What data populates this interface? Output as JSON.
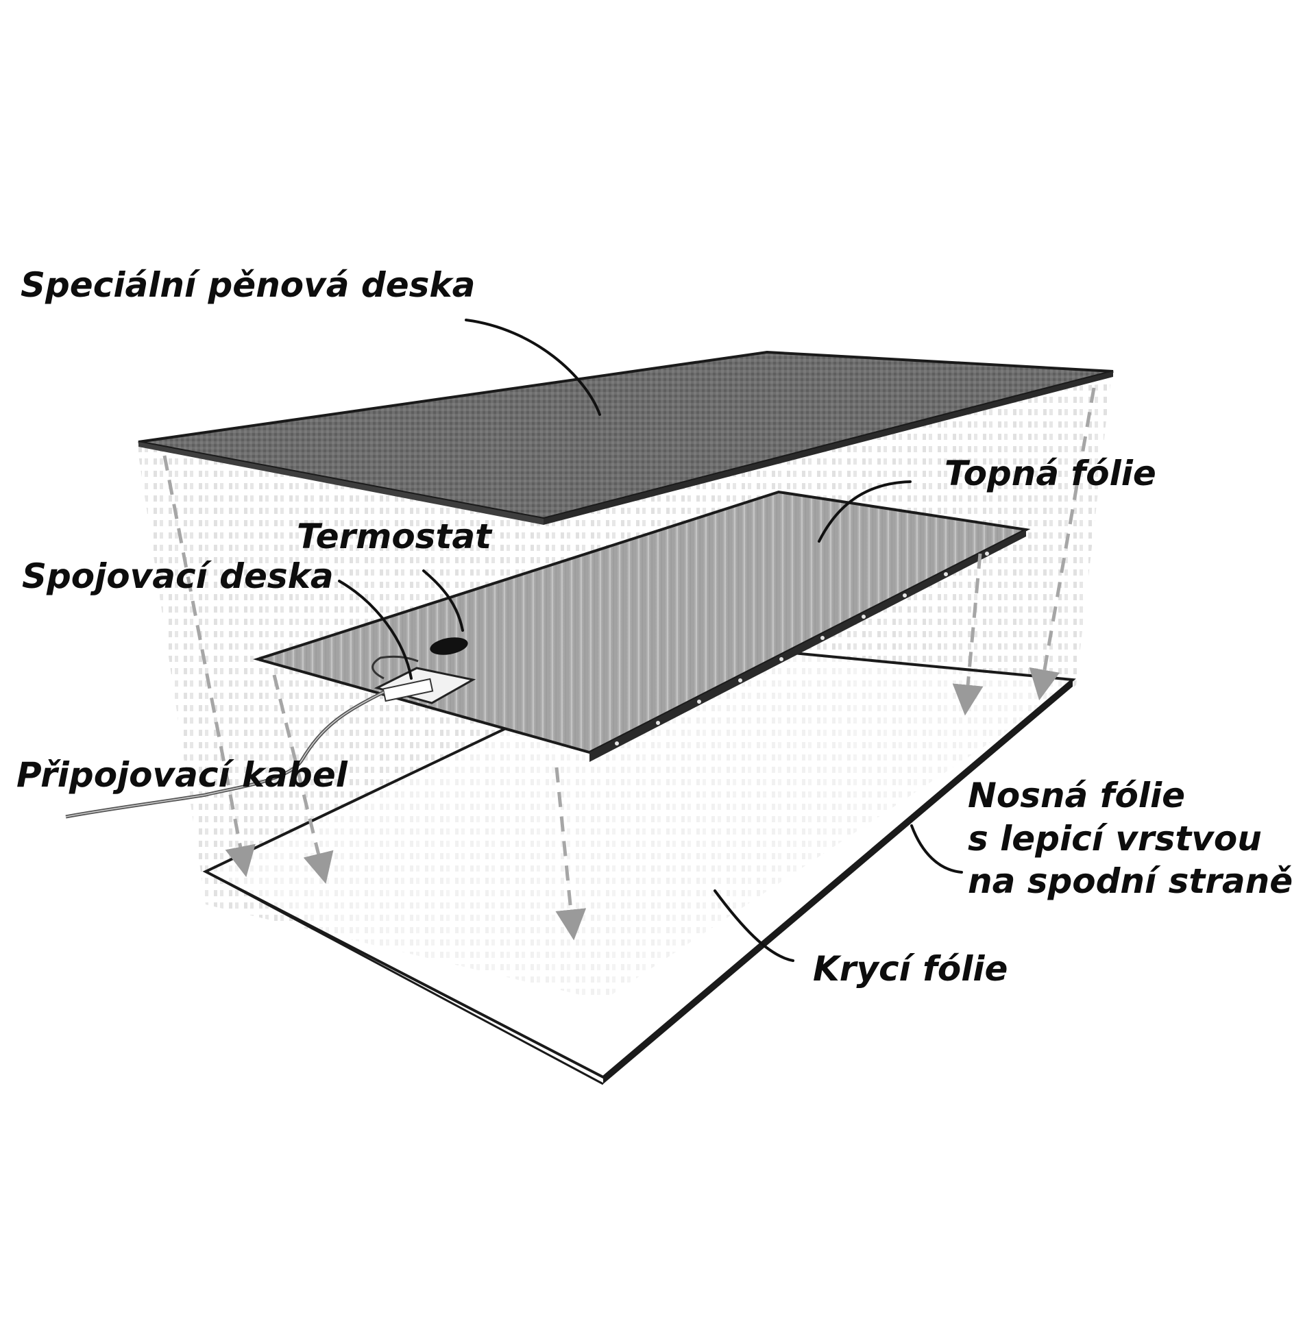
{
  "diagram": {
    "labels": {
      "foam_board": "Speciální pěnová deska",
      "heating_foil": "Topná fólie",
      "thermostat": "Termostat",
      "connection_board": "Spojovací deska",
      "connection_cable": "Připojovací kabel",
      "carrier_foil": [
        "Nosná fólie",
        "s lepicí vrstvou",
        "na spodní straně"
      ],
      "cover_foil": "Krycí fólie"
    }
  }
}
